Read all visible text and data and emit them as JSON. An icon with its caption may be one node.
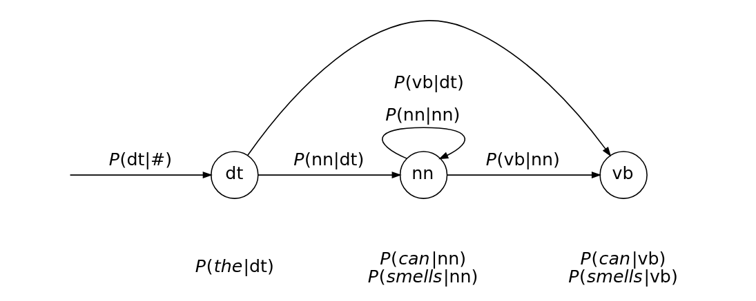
{
  "diagram": {
    "nodes": [
      {
        "text": [
          "dt"
        ],
        "beside": [
          "*P*(*the*|dt)"
        ]
      },
      {
        "text": [
          "nn"
        ],
        "beside": [
          "*P*(*can*|nn)",
          "*P*(*smells*|nn)"
        ]
      },
      {
        "text": [
          "vb"
        ],
        "beside": [
          "*P*(*can*|vb)",
          "*P*(*smells*|vb)"
        ]
      }
    ],
    "edges": [
      {
        "from": null,
        "to": 0,
        "arrow": "to",
        "label": "*P*(dt|#)"
      },
      {
        "from": 0,
        "to": 1,
        "arrow": "to",
        "label": "*P*(nn|dt)"
      },
      {
        "from": 1,
        "to": 1,
        "arrow": "to",
        "label": "*P*(nn|nn)"
      },
      {
        "from": 1,
        "to": 2,
        "arrow": "to",
        "label": "*P*(vb|nn)"
      },
      {
        "from": 0,
        "to": 2,
        "arrow": "to",
        "label": "*P*(vb|dt)"
      }
    ]
  }
}
